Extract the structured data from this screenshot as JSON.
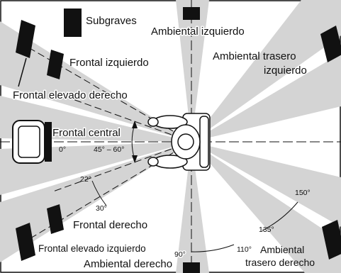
{
  "labels": {
    "subwoofer": "Subgraves",
    "surround_left": "Ambiental izquierdo",
    "surround_back_left_line1": "Ambiental trasero",
    "surround_back_left_line2": "izquierdo",
    "front_left": "Frontal izquierdo",
    "front_high_right": "Frontal elevado derecho",
    "front_center": "Frontal central",
    "front_right": "Frontal derecho",
    "front_high_left": "Frontal elevado izquierdo",
    "surround_right": "Ambiental derecho",
    "surround_back_right_line1": "Ambiental",
    "surround_back_right_line2": "trasero derecho"
  },
  "angles": {
    "a0": "0°",
    "a45_60": "45° – 60°",
    "a22": "22°",
    "a30": "30°",
    "a90": "90°",
    "a110": "110°",
    "a135": "135°",
    "a150": "150°"
  },
  "colors": {
    "zone_fill": "#d4d4d4",
    "speaker": "#111111",
    "lines": "#111111"
  }
}
